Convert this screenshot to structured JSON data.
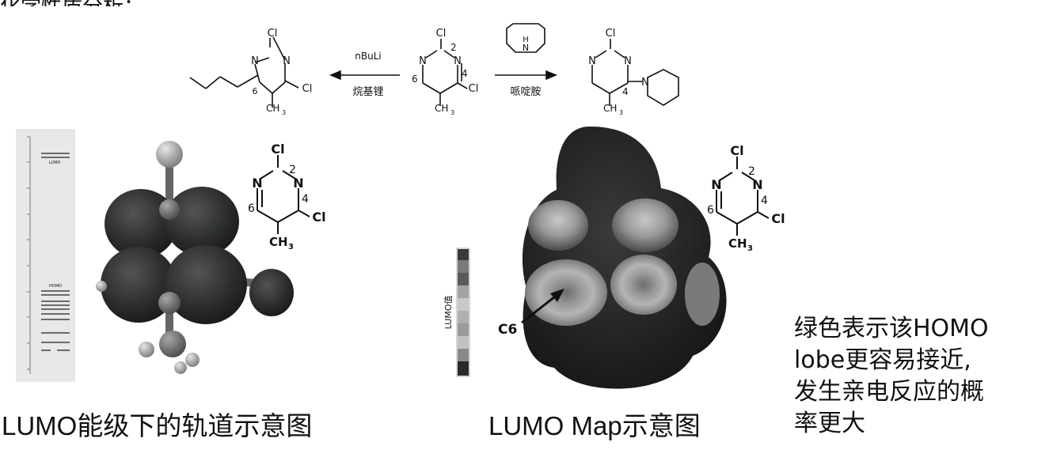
{
  "top_cut_text": "化学性质分析：",
  "reaction": {
    "left_reagent_top": "nBuLi",
    "left_reagent_bottom": "烷基锂",
    "right_reagent_bottom": "哌啶胺"
  },
  "atoms": {
    "cl": "Cl",
    "n": "N",
    "nh": "H",
    "ch3": "CH",
    "sub3": "3",
    "pos2": "2",
    "pos4": "4",
    "pos6": "6"
  },
  "energy_labels": {
    "lumo": "LUMO",
    "homo": "HOMO"
  },
  "lumo_map": {
    "scale_label": "LUMO值",
    "pointer_label": "C6"
  },
  "captions": {
    "left": "LUMO能级下的轨道示意图",
    "center": "LUMO Map示意图"
  },
  "note_lines": [
    "绿色表示该HOMO",
    "lobe更容易接近,",
    "发生亲电反应的概",
    "率更大"
  ],
  "colors": {
    "ink": "#111111",
    "orbital": "#2a2d2a",
    "map_dark": "#262626"
  }
}
